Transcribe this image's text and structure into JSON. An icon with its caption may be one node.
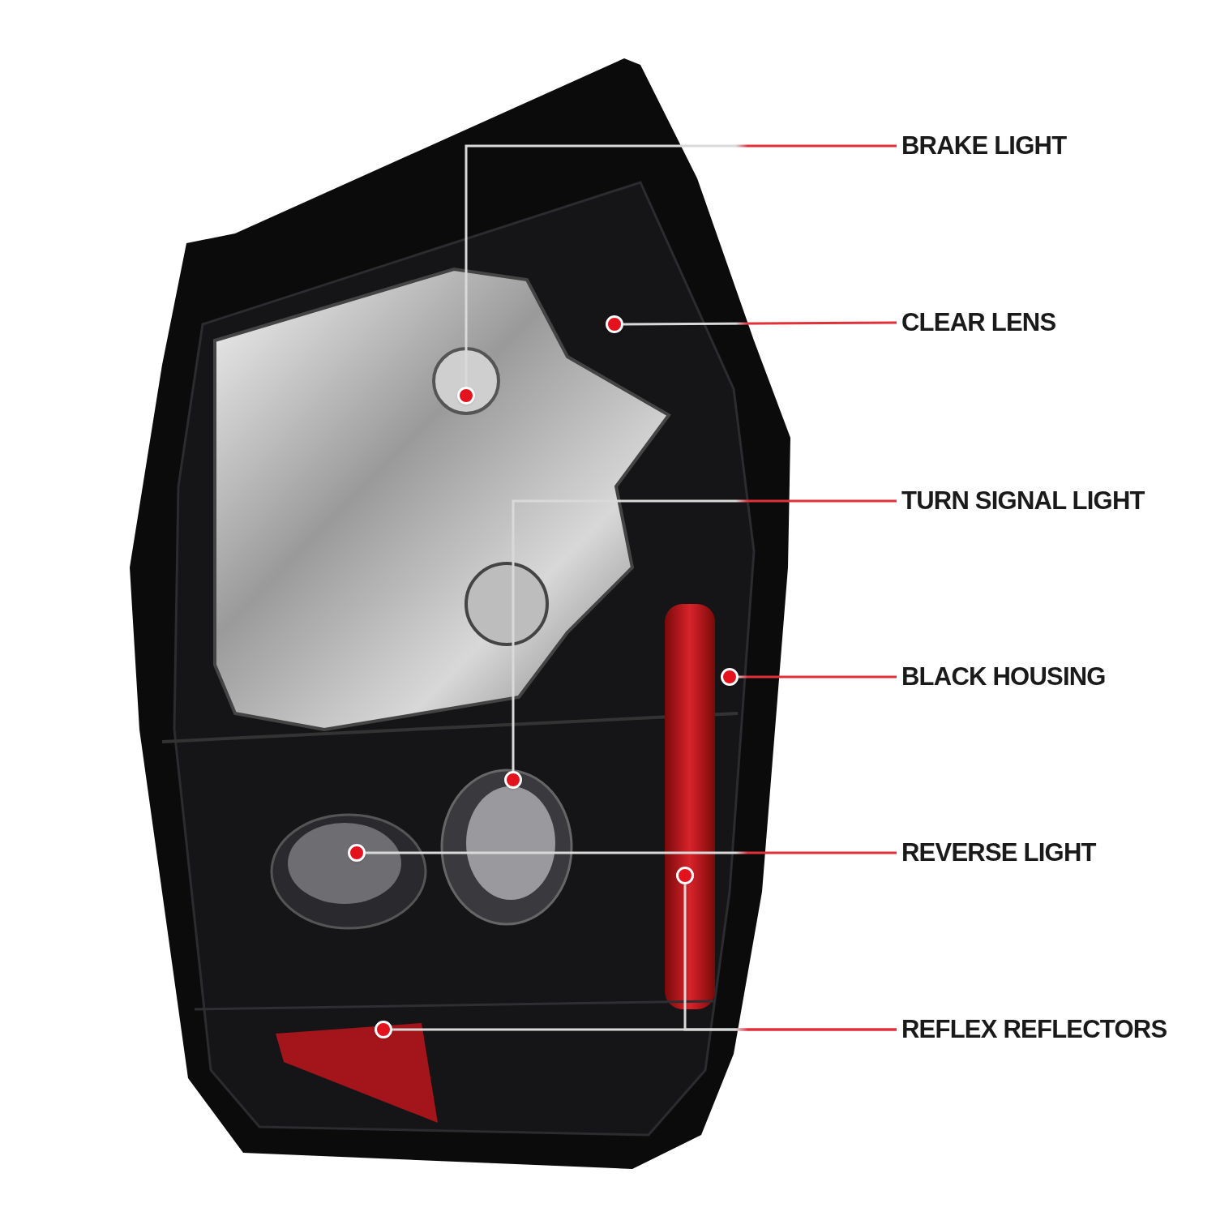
{
  "diagram": {
    "nodes": [
      {
        "text": [
          "BRAKE LIGHT"
        ]
      },
      {
        "text": [],
        "shape": "circle"
      },
      {
        "text": [
          "CLEAR LENS"
        ]
      },
      {
        "text": [],
        "shape": "circle"
      },
      {
        "text": [
          "TURN SIGNAL LIGHT"
        ]
      },
      {
        "text": [],
        "shape": "circle"
      },
      {
        "text": [
          "BLACK HOUSING"
        ]
      },
      {
        "text": [],
        "shape": "circle"
      },
      {
        "text": [
          "REVERSE LIGHT"
        ]
      },
      {
        "text": [],
        "shape": "circle"
      },
      {
        "text": [
          "REFLEX REFLECTORS"
        ]
      },
      {
        "text": [],
        "shape": "circle"
      },
      {
        "text": [],
        "shape": "circle"
      }
    ],
    "edges": [
      {
        "from": 0,
        "to": 1,
        "arrow": "none"
      },
      {
        "from": 2,
        "to": 3,
        "arrow": "none"
      },
      {
        "from": 4,
        "to": 5,
        "arrow": "none"
      },
      {
        "from": 6,
        "to": 7,
        "arrow": "none"
      },
      {
        "from": 8,
        "to": 9,
        "arrow": "none"
      },
      {
        "from": 10,
        "to": 11,
        "arrow": "none"
      },
      {
        "from": 10,
        "to": 12,
        "arrow": "none"
      }
    ]
  }
}
